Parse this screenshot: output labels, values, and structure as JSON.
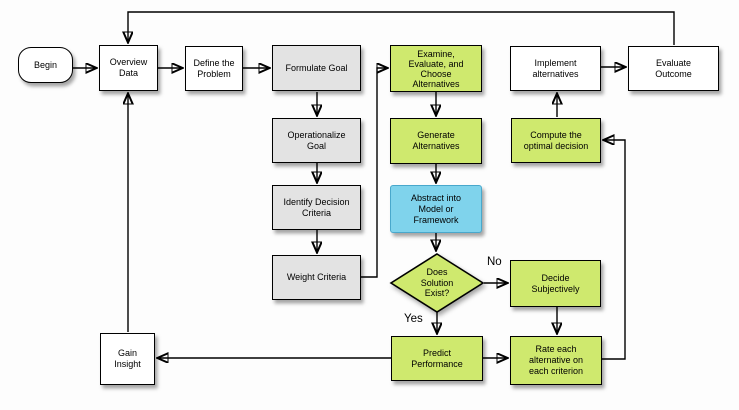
{
  "diagram": {
    "title": "decision-process-flowchart",
    "nodes": {
      "begin": {
        "label": "Begin",
        "shape": "terminator",
        "color": "white"
      },
      "overview": {
        "label": "Overview\nData",
        "shape": "process",
        "color": "white"
      },
      "define": {
        "label": "Define the\nProblem",
        "shape": "process",
        "color": "white"
      },
      "formulate": {
        "label": "Formulate Goal",
        "shape": "process",
        "color": "gray"
      },
      "examine": {
        "label": "Examine,\nEvaluate, and\nChoose\nAlternatives",
        "shape": "process",
        "color": "green"
      },
      "implement": {
        "label": "Implement\nalternatives",
        "shape": "process",
        "color": "white"
      },
      "evaluate": {
        "label": "Evaluate\nOutcome",
        "shape": "process",
        "color": "white"
      },
      "operationalize": {
        "label": "Operationalize\nGoal",
        "shape": "process",
        "color": "gray"
      },
      "generate": {
        "label": "Generate\nAlternatives",
        "shape": "process",
        "color": "green"
      },
      "compute": {
        "label": "Compute the\noptimal decision",
        "shape": "process",
        "color": "green"
      },
      "identify": {
        "label": "Identify Decision\nCriteria",
        "shape": "process",
        "color": "gray"
      },
      "abstract": {
        "label": "Abstract into\nModel or\nFramework",
        "shape": "process",
        "color": "blue"
      },
      "weight": {
        "label": "Weight Criteria",
        "shape": "process",
        "color": "gray"
      },
      "solution": {
        "label": "Does\nSolution\nExist?",
        "shape": "decision",
        "color": "green"
      },
      "decide": {
        "label": "Decide\nSubjectively",
        "shape": "process",
        "color": "green"
      },
      "gain": {
        "label": "Gain\nInsight",
        "shape": "process",
        "color": "white"
      },
      "predict": {
        "label": "Predict\nPerformance",
        "shape": "process",
        "color": "green"
      },
      "rate": {
        "label": "Rate each\nalternative on\neach criterion",
        "shape": "process",
        "color": "green"
      }
    },
    "edge_labels": {
      "no": "No",
      "yes": "Yes"
    },
    "colors": {
      "green": "#cfe96e",
      "blue": "#7fd3ec",
      "blue_border": "#49a8cc",
      "gray": "#e3e3e3",
      "white": "#ffffff",
      "line": "#000000"
    }
  }
}
